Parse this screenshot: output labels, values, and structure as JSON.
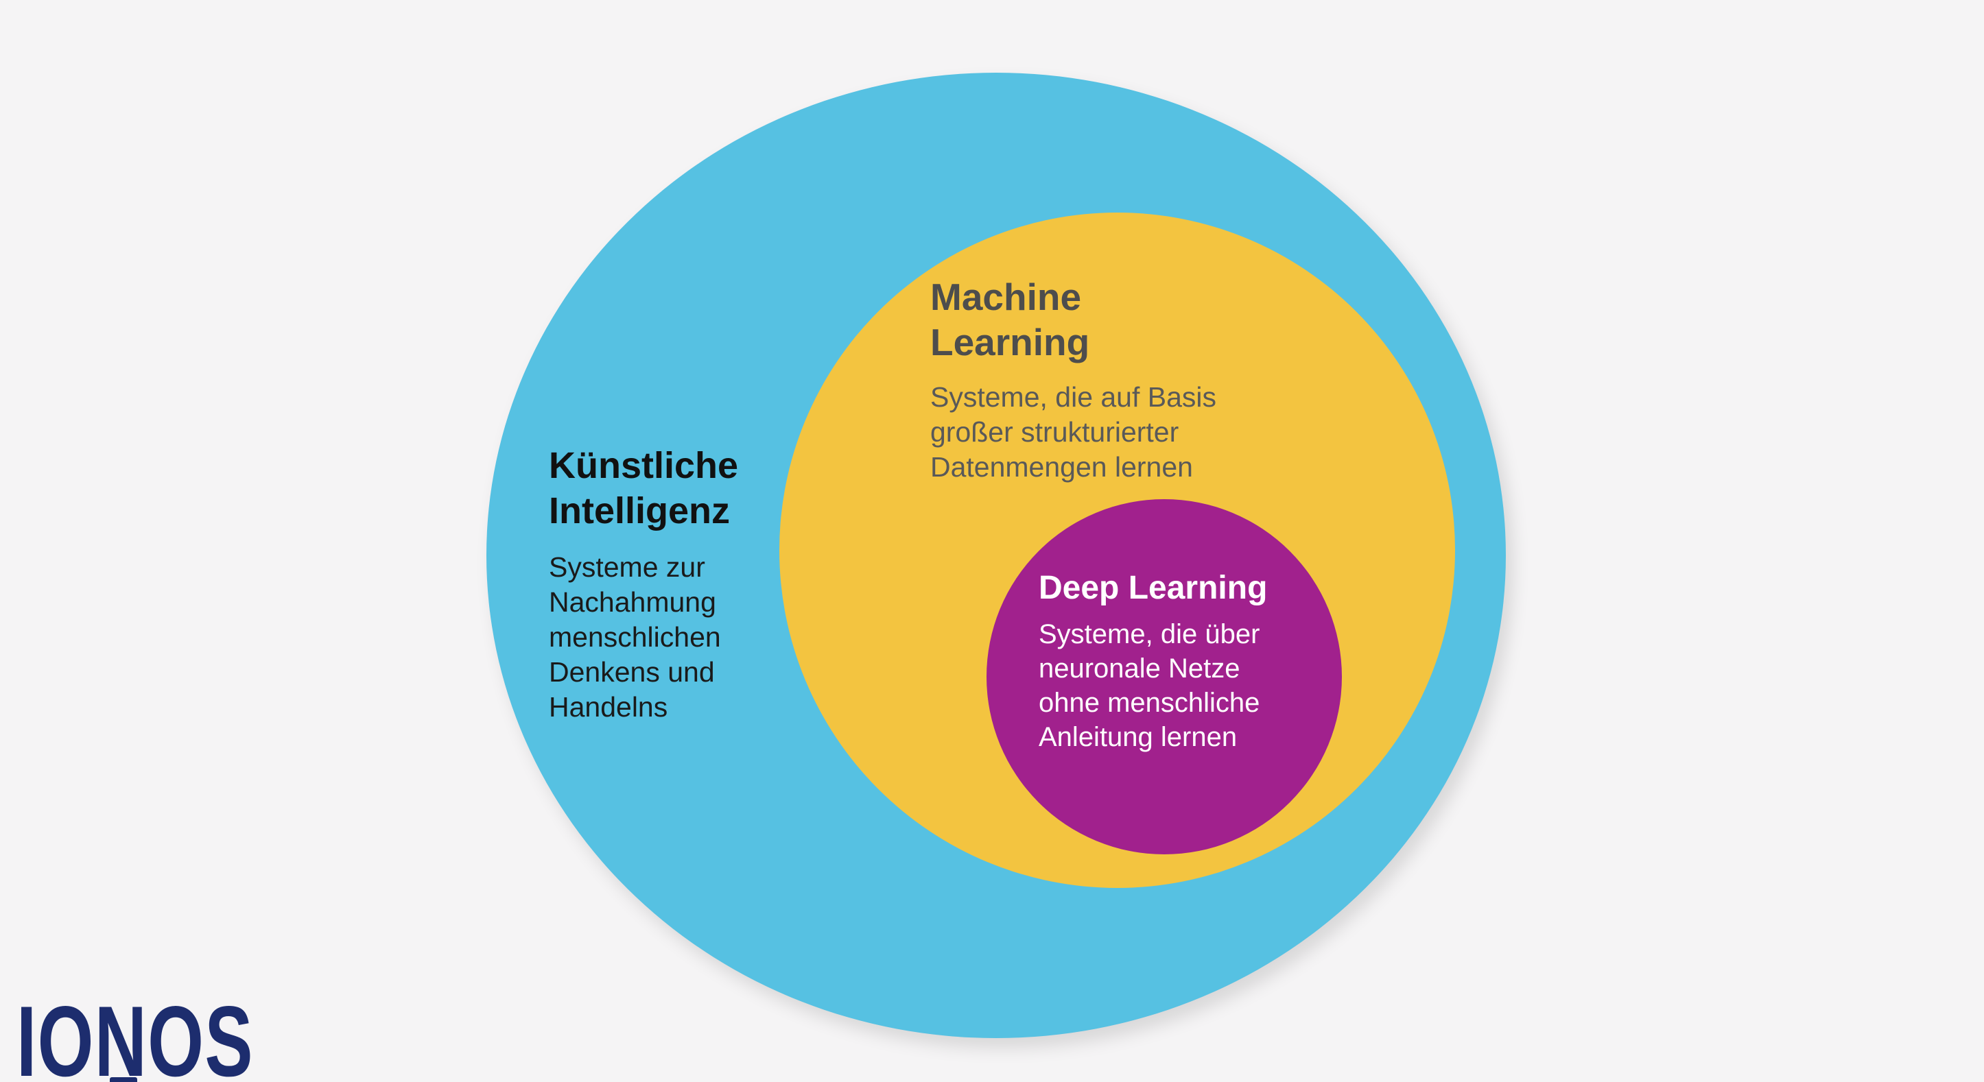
{
  "page": {
    "background_color": "#f5f4f5"
  },
  "diagram": {
    "type": "nested-circles",
    "ai": {
      "title": "Künstliche\nIntelligenz",
      "description": "Systeme zur\nNachahmung\nmenschlichen\nDenkens und\nHandelns",
      "circle_color": "#56c1e2",
      "title_color": "#111111",
      "text_color": "#1a1a1a"
    },
    "ml": {
      "title": "Machine\nLearning",
      "description": "Systeme, die auf Basis\ngroßer strukturierter\nDatenmengen lernen",
      "circle_color": "#f3c440",
      "title_color": "#4d4d4d",
      "text_color": "#595959"
    },
    "dl": {
      "title": "Deep Learning",
      "description": "Systeme, die über\nneuronale Netze\nohne menschliche\nAnleitung lernen",
      "circle_color": "#a1218d",
      "title_color": "#ffffff",
      "text_color": "#ffffff"
    }
  },
  "logo": {
    "text": "IONOS",
    "color": "#1d2d6e"
  }
}
